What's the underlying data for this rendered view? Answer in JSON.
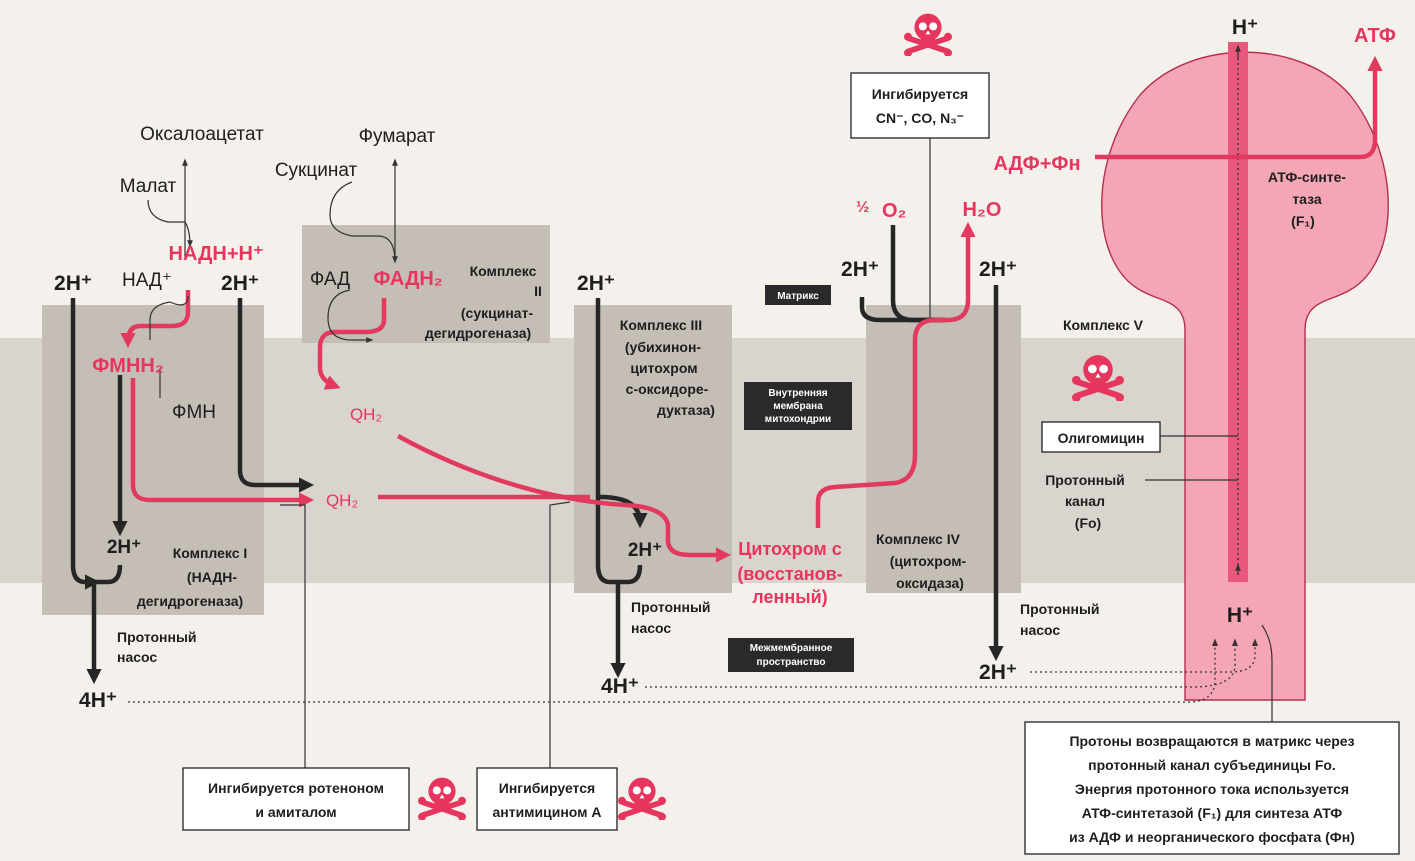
{
  "colors": {
    "accent": "#e6365e",
    "membrane": "#d9d4cd",
    "complex": "#c4beb7",
    "atp_synthase": "#f5a6b6",
    "label_bg": "#2a2a2a"
  },
  "icons": [
    "skull-crossbones-icon"
  ],
  "labels": {
    "oxaloacetate": "Оксалоацетат",
    "malate": "Малат",
    "nadh": "НАДН+Н⁺",
    "nad": "НАД⁺",
    "fmnh2": "ФМНН₂",
    "fmn": "ФМН",
    "fumarate": "Фумарат",
    "succinate": "Сукцинат",
    "fad": "ФАД",
    "fadh2": "ФАДН₂",
    "qh2": "QH₂",
    "h2_left": "2H⁺",
    "h2_mid": "2H⁺",
    "h2_c1_inner": "2H⁺",
    "h2_c3_top": "2H⁺",
    "h2_c3_inner": "2H⁺",
    "h2_c4_top": "2H⁺",
    "h2_c4_bottom": "2H⁺",
    "h4_left": "4H⁺",
    "h4_c3": "4H⁺",
    "h_top": "H⁺",
    "h_bottom": "H⁺",
    "half": "½",
    "o2": "O₂",
    "h2o": "H₂O",
    "adp": "АДФ+Фн",
    "atp": "АТФ",
    "cytc1": "Цитохром с",
    "cytc2": "(восстанов-",
    "cytc3": "ленный)"
  },
  "complexes": {
    "c1_l1": "Комплекс I",
    "c1_l2": "(НАДН-",
    "c1_l3": "дегидрогеназа)",
    "c2_l1": "Комплекс",
    "c2_l2": "II",
    "c2_l3": "(сукцинат-",
    "c2_l4": "дегидрогеназа)",
    "c3_l1": "Комплекс III",
    "c3_l2": "(убихинон-",
    "c3_l3": "цитохром",
    "c3_l4": "с-оксидоре-",
    "c3_l5": "дуктаза)",
    "c4_l1": "Комплекс IV",
    "c4_l2": "(цитохром-",
    "c4_l3": "оксидаза)",
    "c5": "Комплекс V",
    "atp_synthase_l1": "АТФ-синте-",
    "atp_synthase_l2": "таза",
    "atp_synthase_l3": "(F₁)",
    "channel_l1": "Протонный",
    "channel_l2": "канал",
    "channel_l3": "(Fо)"
  },
  "pumps": {
    "p1_l1": "Протонный",
    "p1_l2": "насос",
    "p3_l1": "Протонный",
    "p3_l2": "насос",
    "p4_l1": "Протонный",
    "p4_l2": "насос"
  },
  "regions": {
    "matrix": "Матрикс",
    "membrane_l1": "Внутренняя",
    "membrane_l2": "мембрана",
    "membrane_l3": "митохондрии",
    "intermembrane_l1": "Межмембранное",
    "intermembrane_l2": "пространство"
  },
  "inhibitors": {
    "cyanide_l1": "Ингибируется",
    "cyanide_l2": "CN⁻, CO, N₃⁻",
    "rotenone_l1": "Ингибируется ротеноном",
    "rotenone_l2": "и амиталом",
    "antimycin_l1": "Ингибируется",
    "antimycin_l2": "антимицином А",
    "oligomycin": "Олигомицин"
  },
  "note": {
    "l1": "Протоны возвращаются в матрикс через",
    "l2": "протонный канал субъединицы Fо.",
    "l3": "Энергия протонного тока используется",
    "l4": "АТФ-синтетазой (F₁) для синтеза АТФ",
    "l5": "из АДФ и неорганического фосфата (Фн)"
  }
}
